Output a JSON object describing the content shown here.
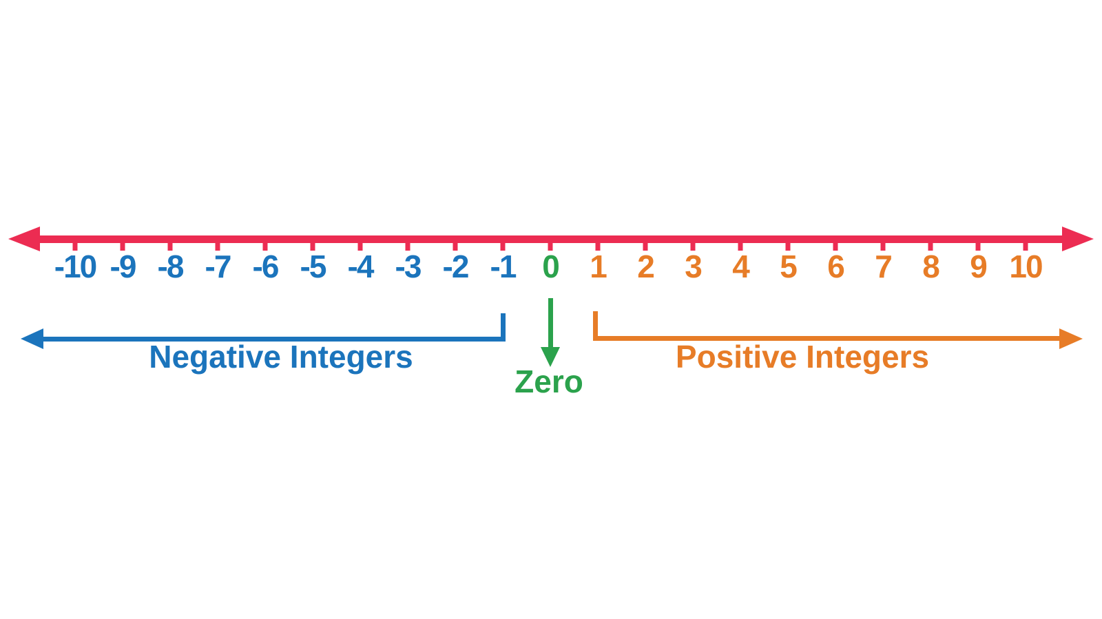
{
  "colors": {
    "axis": "#EC2C52",
    "negative": "#1B74BC",
    "zero": "#2BA24C",
    "positive": "#E77C27",
    "background": "#FFFFFF"
  },
  "labels": {
    "negative": "Negative Integers",
    "zero": "Zero",
    "positive": "Positive Integers"
  },
  "chart_data": {
    "type": "number-line",
    "range": [
      -10,
      10
    ],
    "step": 1,
    "values": [
      -10,
      -9,
      -8,
      -7,
      -6,
      -5,
      -4,
      -3,
      -2,
      -1,
      0,
      1,
      2,
      3,
      4,
      5,
      6,
      7,
      8,
      9,
      10
    ],
    "tick_labels": [
      "-10",
      "-9",
      "-8",
      "-7",
      "-6",
      "-5",
      "-4",
      "-3",
      "-2",
      "-1",
      "0",
      "1",
      "2",
      "3",
      "4",
      "5",
      "6",
      "7",
      "8",
      "9",
      "10"
    ],
    "regions": [
      {
        "name": "Negative Integers",
        "from": -10,
        "to": -1,
        "color_key": "negative"
      },
      {
        "name": "Zero",
        "at": 0,
        "color_key": "zero"
      },
      {
        "name": "Positive Integers",
        "from": 1,
        "to": 10,
        "color_key": "positive"
      }
    ]
  }
}
